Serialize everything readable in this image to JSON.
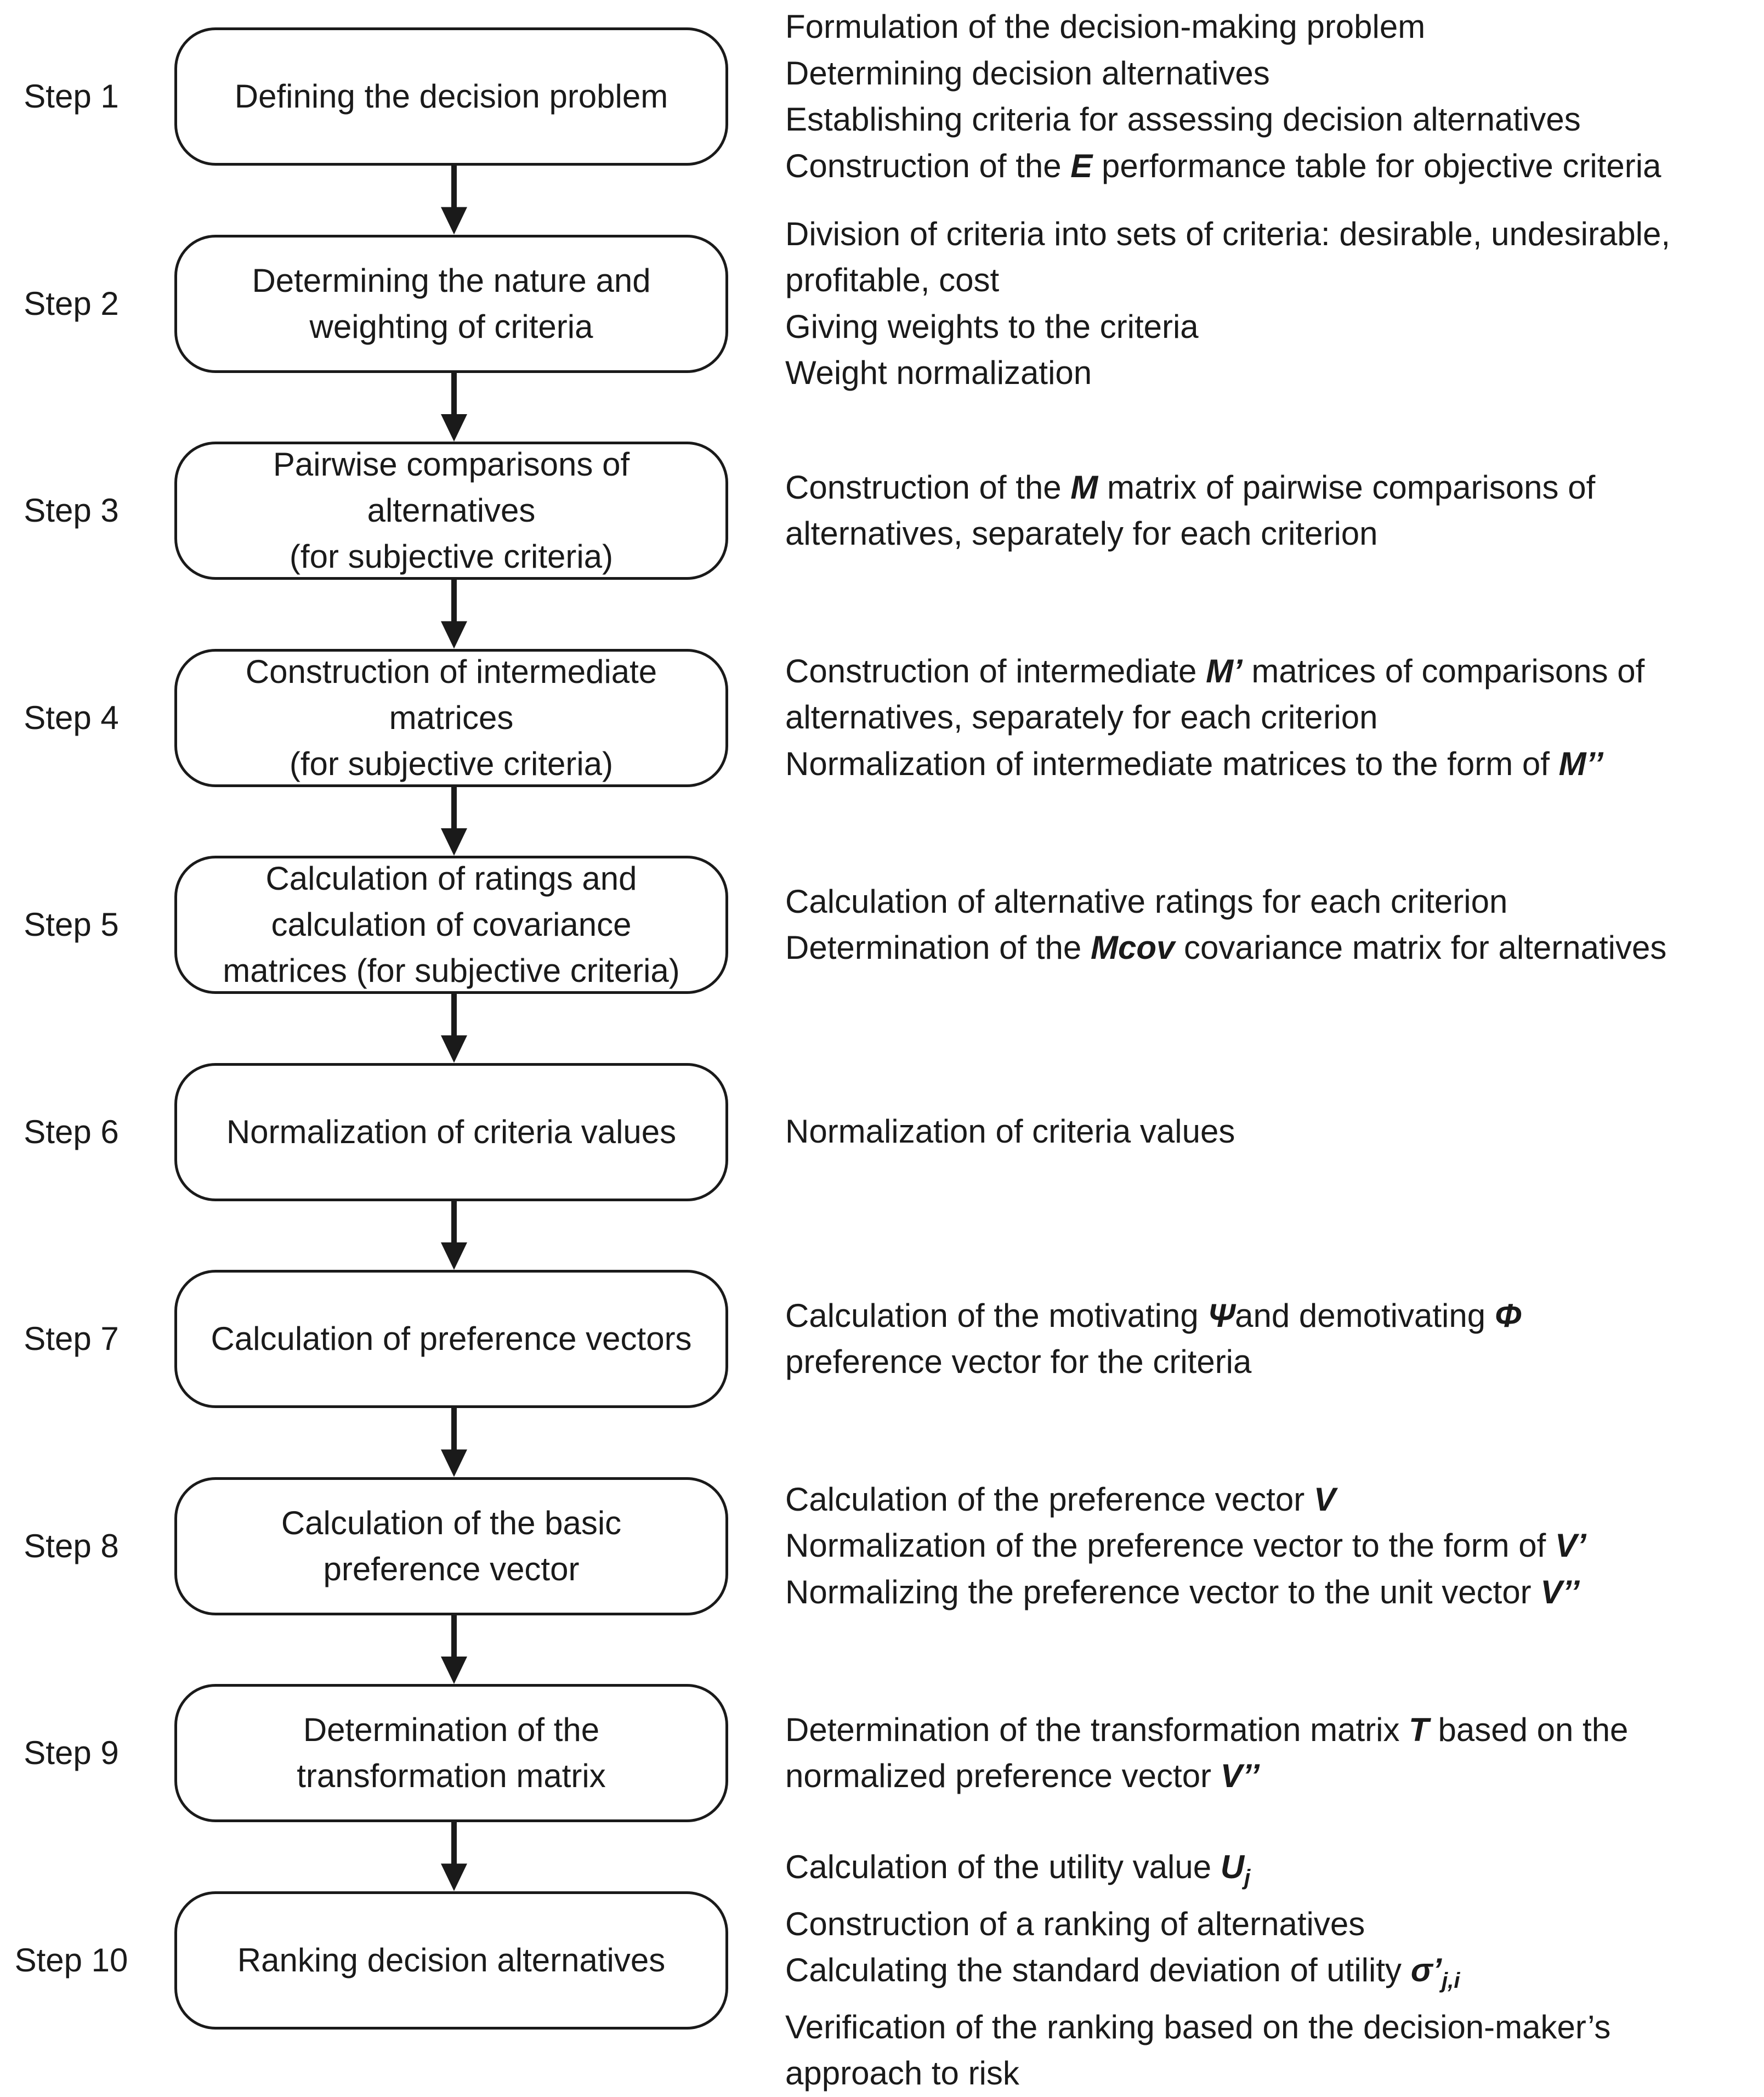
{
  "steps": [
    {
      "label": "Step 1",
      "box": [
        "Defining the decision problem"
      ],
      "desc": [
        [
          {
            "t": "Formulation of the decision-making problem"
          }
        ],
        [
          {
            "t": "Determining decision alternatives"
          }
        ],
        [
          {
            "t": "Establishing criteria for assessing decision alternatives"
          }
        ],
        [
          {
            "t": "Construction of the "
          },
          {
            "t": "E",
            "b": true
          },
          {
            "t": " performance table for objective criteria"
          }
        ]
      ]
    },
    {
      "label": "Step 2",
      "box": [
        "Determining the nature and",
        "weighting of criteria"
      ],
      "desc": [
        [
          {
            "t": "Division of criteria into sets of criteria: desirable, undesirable,"
          }
        ],
        [
          {
            "t": "profitable, cost"
          }
        ],
        [
          {
            "t": "Giving weights to the criteria"
          }
        ],
        [
          {
            "t": "Weight normalization"
          }
        ]
      ]
    },
    {
      "label": "Step 3",
      "box": [
        "Pairwise comparisons of",
        "alternatives",
        "(for subjective criteria)"
      ],
      "desc": [
        [
          {
            "t": "Construction of the "
          },
          {
            "t": "M",
            "b": true
          },
          {
            "t": " matrix of pairwise comparisons of"
          }
        ],
        [
          {
            "t": "alternatives, separately for each criterion"
          }
        ]
      ]
    },
    {
      "label": "Step 4",
      "box": [
        "Construction of intermediate",
        "matrices",
        "(for subjective criteria)"
      ],
      "desc": [
        [
          {
            "t": "Construction of intermediate "
          },
          {
            "t": "M’",
            "b": true
          },
          {
            "t": " matrices of comparisons of"
          }
        ],
        [
          {
            "t": "alternatives, separately for each criterion"
          }
        ],
        [
          {
            "t": "Normalization of intermediate matrices to the form of "
          },
          {
            "t": "M’’",
            "b": true
          }
        ]
      ]
    },
    {
      "label": "Step 5",
      "box": [
        "Calculation of ratings and",
        "calculation of covariance",
        "matrices (for subjective criteria)"
      ],
      "desc": [
        [
          {
            "t": "Calculation of alternative ratings for each criterion"
          }
        ],
        [
          {
            "t": "Determination of the "
          },
          {
            "t": "Mcov",
            "b": true
          },
          {
            "t": " covariance matrix for alternatives"
          }
        ]
      ]
    },
    {
      "label": "Step 6",
      "box": [
        "Normalization of criteria values"
      ],
      "desc": [
        [
          {
            "t": "Normalization of criteria values"
          }
        ]
      ]
    },
    {
      "label": "Step 7",
      "box": [
        "Calculation of preference vectors"
      ],
      "desc": [
        [
          {
            "t": "Calculation of the motivating "
          },
          {
            "t": "Ψ",
            "b": true
          },
          {
            "t": "and demotivating "
          },
          {
            "t": "Φ",
            "b": true
          }
        ],
        [
          {
            "t": "preference vector for the criteria"
          }
        ]
      ]
    },
    {
      "label": "Step 8",
      "box": [
        "Calculation of the basic",
        "preference vector"
      ],
      "desc": [
        [
          {
            "t": "Calculation of the preference vector "
          },
          {
            "t": "V",
            "b": true
          }
        ],
        [
          {
            "t": "Normalization of the preference vector to the form of "
          },
          {
            "t": "V’",
            "b": true
          }
        ],
        [
          {
            "t": "Normalizing the preference vector to the unit vector "
          },
          {
            "t": "V’’",
            "b": true
          }
        ]
      ]
    },
    {
      "label": "Step 9",
      "box": [
        "Determination of the",
        "transformation matrix"
      ],
      "desc": [
        [
          {
            "t": "Determination of the transformation matrix "
          },
          {
            "t": "T",
            "b": true
          },
          {
            "t": " based on the"
          }
        ],
        [
          {
            "t": "normalized preference vector "
          },
          {
            "t": "V’’",
            "b": true
          }
        ]
      ]
    },
    {
      "label": "Step 10",
      "box": [
        "Ranking decision alternatives"
      ],
      "desc": [
        [
          {
            "t": "Calculation of the utility value "
          },
          {
            "t": "U",
            "b": true
          },
          {
            "t": "j",
            "sub": true
          }
        ],
        [
          {
            "t": "Construction of a ranking of alternatives"
          }
        ],
        [
          {
            "t": "Calculating the standard deviation of utility "
          },
          {
            "t": "σ’",
            "b": true
          },
          {
            "t": "j,i",
            "sub": true
          }
        ],
        [
          {
            "t": "Verification of the ranking based on the decision-maker’s"
          }
        ],
        [
          {
            "t": "approach to risk"
          }
        ]
      ]
    }
  ]
}
